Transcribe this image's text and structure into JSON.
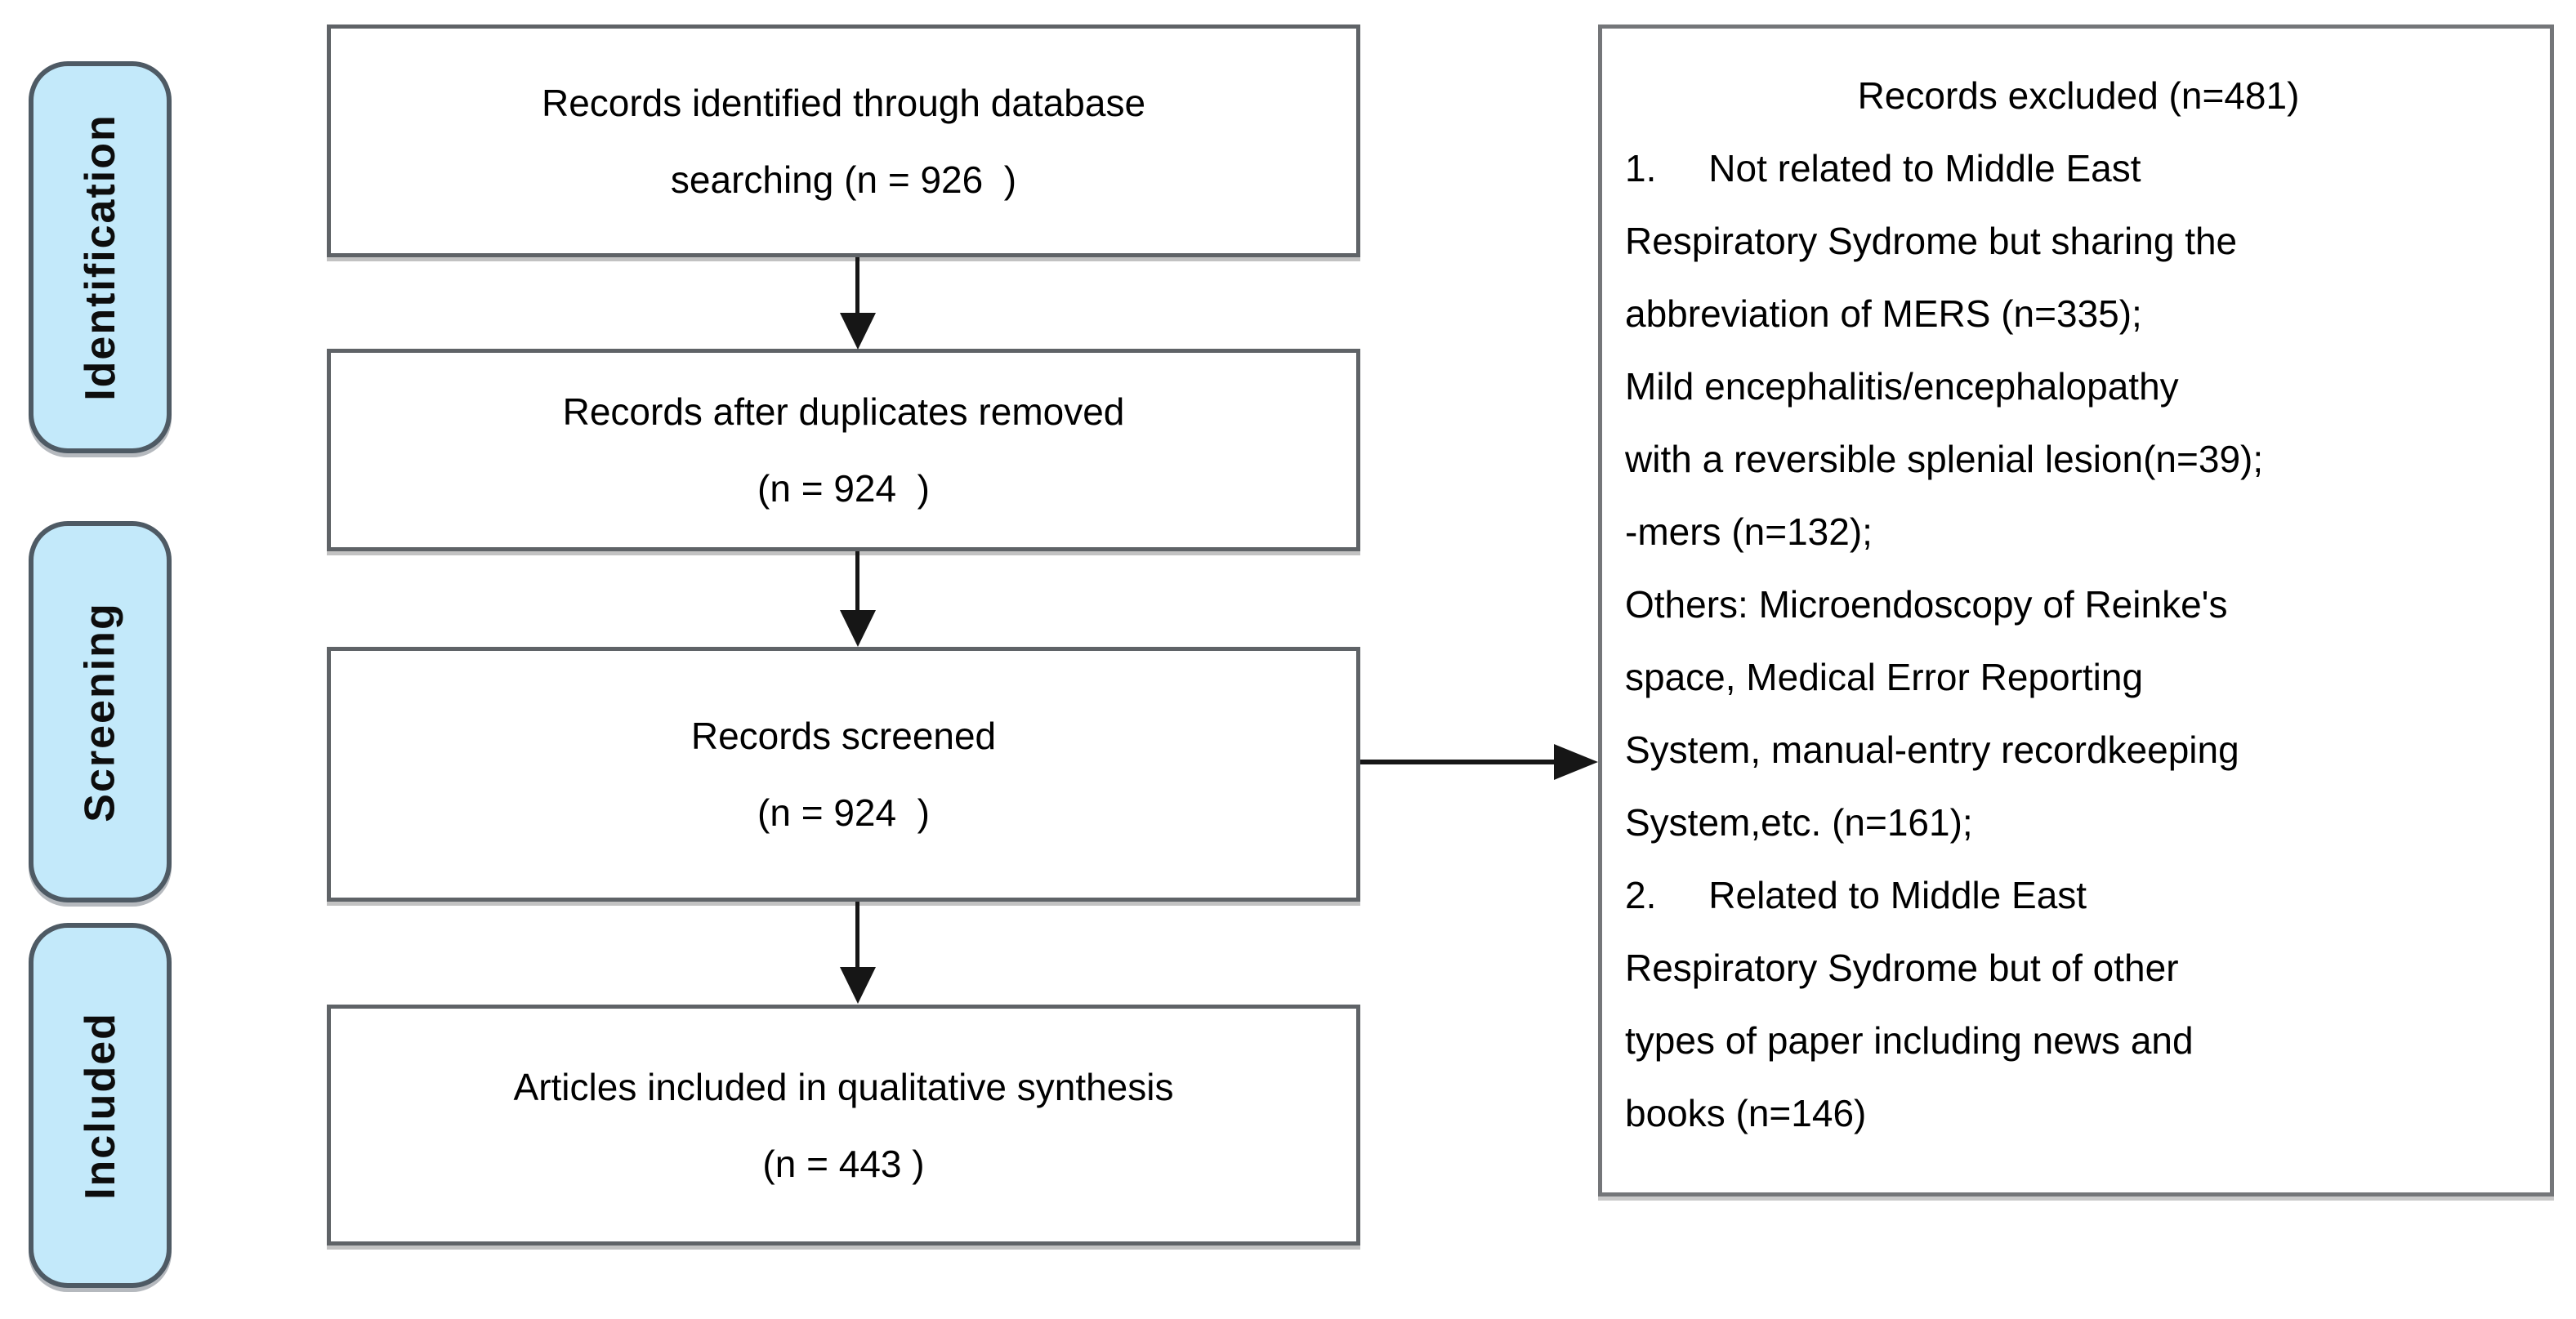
{
  "diagram": {
    "type": "prisma-flow",
    "stages": [
      {
        "label": "Identification"
      },
      {
        "label": "Screening"
      },
      {
        "label": "Included"
      }
    ],
    "flow_boxes": [
      {
        "lines": [
          "Records identified through database",
          "searching (n = 926  )"
        ]
      },
      {
        "lines": [
          "Records after duplicates removed",
          "(n = 924  )"
        ]
      },
      {
        "lines": [
          "Records screened",
          "(n = 924  )"
        ]
      },
      {
        "lines": [
          "Articles included in qualitative synthesis",
          "(n = 443 )"
        ]
      }
    ],
    "excluded_box": {
      "title": "Records excluded (n=481)",
      "lines": [
        "1.     Not related to Middle East",
        "Respiratory Sydrome but sharing the",
        "abbreviation of MERS (n=335);",
        "Mild encephalitis/encephalopathy",
        "with a reversible splenial lesion(n=39);",
        "-mers (n=132);",
        "Others: Microendoscopy of Reinke's",
        "space, Medical Error Reporting",
        "System, manual-entry recordkeeping",
        "System,etc. (n=161);",
        "2.     Related to Middle East",
        "Respiratory Sydrome but of other",
        "types of paper including news and",
        "books (n=146)"
      ]
    },
    "colors": {
      "stage_fill": "#c3e9fa",
      "stage_border": "#4e5a64",
      "box_fill": "#ffffff",
      "box_border": "#5f6367",
      "excluded_border": "#747679",
      "arrow": "#161616",
      "text": "#000000",
      "background": "#ffffff"
    }
  }
}
